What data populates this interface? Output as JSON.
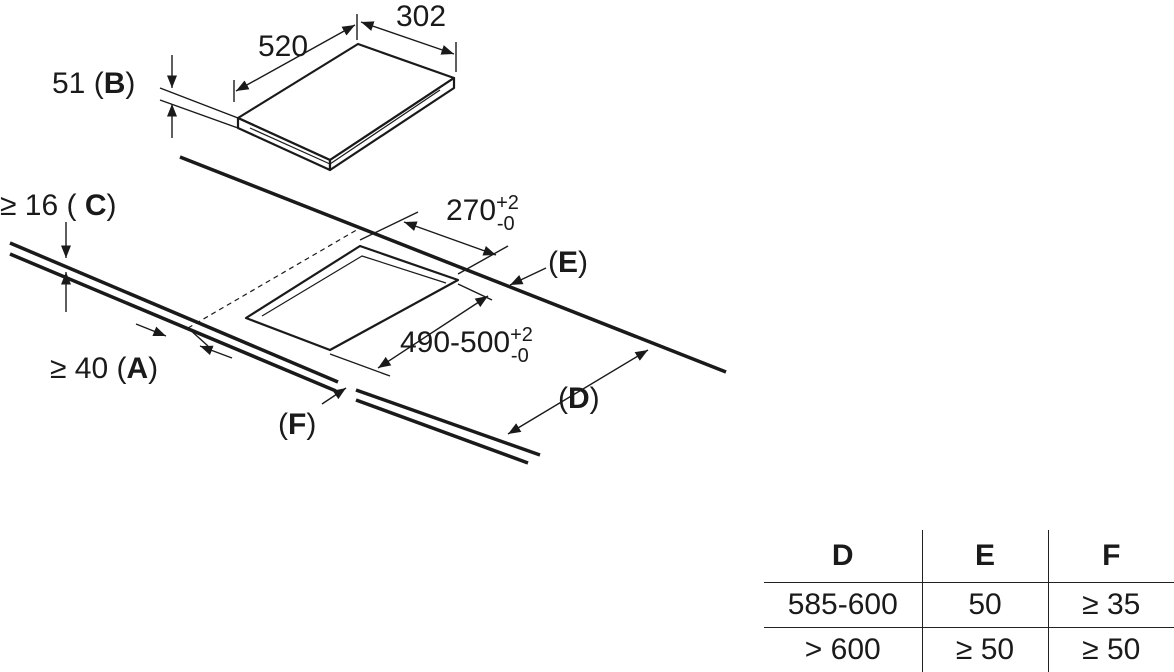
{
  "labels": {
    "depth_520": "520",
    "width_302": "302",
    "height_51": "51 (",
    "height_51_letter": "B",
    "height_51_close": ")",
    "thickness_c": "≥ 16 ( ",
    "thickness_c_letter": "C",
    "thickness_c_close": ")",
    "cutout_270": "270",
    "cutout_270_sup": "+2",
    "cutout_270_sub": "-0",
    "letter_e_open": "(",
    "letter_e": "E",
    "letter_e_close": ")",
    "cutout_490": "490-500",
    "cutout_490_sup": "+2",
    "cutout_490_sub": "-0",
    "front_a": "≥ 40 (",
    "front_a_letter": "A",
    "front_a_close": ")",
    "letter_d_open": "(",
    "letter_d": "D",
    "letter_d_close": ")",
    "letter_f_open": "(",
    "letter_f": "F",
    "letter_f_close": ")"
  },
  "table": {
    "headers": [
      "D",
      "E",
      "F"
    ],
    "rows": [
      [
        "585-600",
        "50",
        "≥ 35"
      ],
      [
        "> 600",
        "≥ 50",
        "≥ 50"
      ]
    ]
  }
}
